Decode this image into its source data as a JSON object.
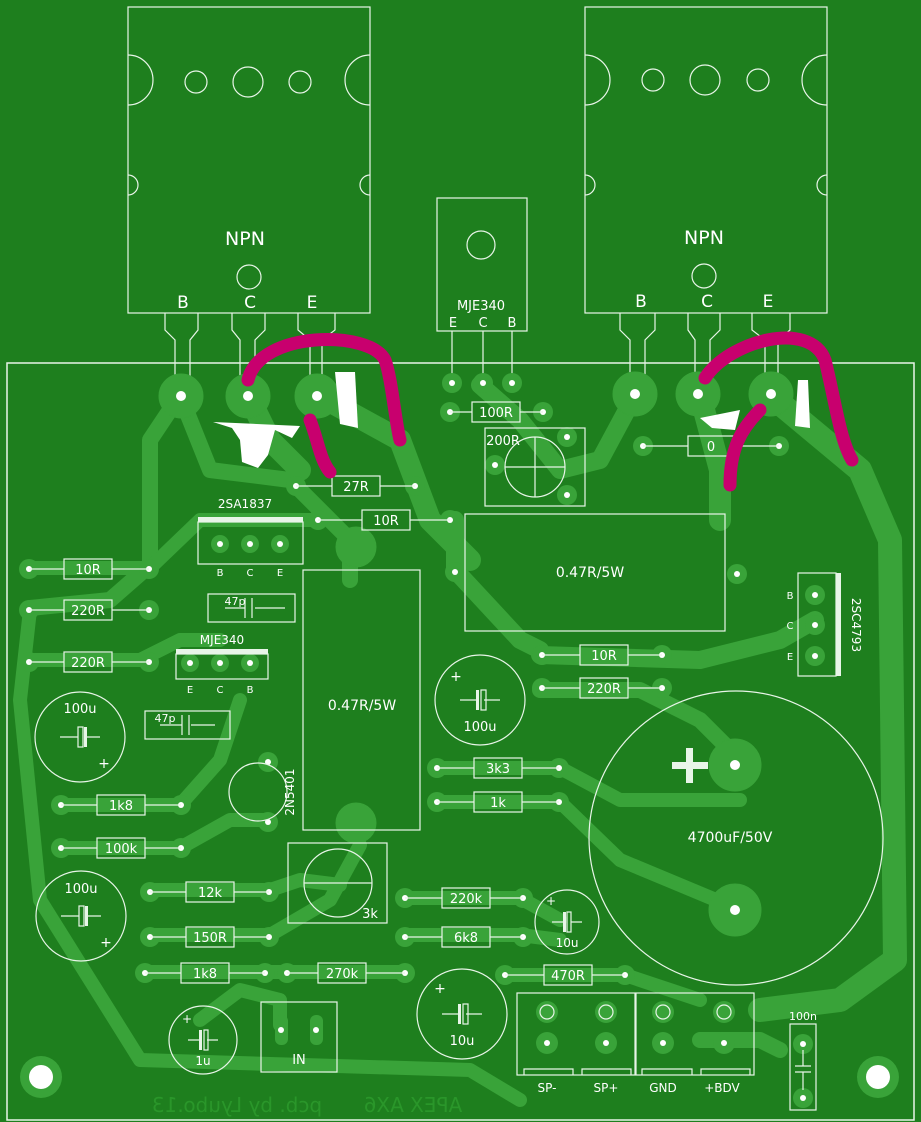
{
  "board": {
    "signature": "pcb. by Lyubo.13",
    "project": "APEX AX6",
    "copper_color": "#1e7f1e",
    "trace_color": "#39a339",
    "silk_color": "#ffffff",
    "wire_color": "#c8006e"
  },
  "transistors": {
    "left_big": {
      "type": "NPN",
      "pins": [
        "B",
        "C",
        "E"
      ]
    },
    "right_big": {
      "type": "NPN",
      "pins": [
        "B",
        "C",
        "E"
      ]
    },
    "mje_top": {
      "name": "MJE340",
      "pins": [
        "E",
        "C",
        "B"
      ]
    },
    "sa1837": {
      "name": "2SA1837",
      "pins": [
        "B",
        "C",
        "E"
      ]
    },
    "mje_mid": {
      "name": "MJE340",
      "pins": [
        "E",
        "C",
        "B"
      ]
    },
    "c4793": {
      "name": "2SC4793",
      "pins": [
        "B",
        "C",
        "E"
      ]
    }
  },
  "resistors": {
    "r_27r": "27R",
    "r_10r_top": "10R",
    "r_100r": "100R",
    "r_0": "0",
    "r_10r_left": "10R",
    "r_220r_a": "220R",
    "r_220r_b": "220R",
    "r_10r_right": "10R",
    "r_220r_right": "220R",
    "r_3k3": "3k3",
    "r_1k": "1k",
    "r_1k8_a": "1k8",
    "r_100k": "100k",
    "r_12k": "12k",
    "r_150r": "150R",
    "r_1k8_b": "1k8",
    "r_270k": "270k",
    "r_220k": "220k",
    "r_6k8": "6k8",
    "r_470r": "470R",
    "power_a": "0.47R/5W",
    "power_b": "0.47R/5W"
  },
  "capacitors": {
    "c_47p_a": "47p",
    "c_47p_b": "47p",
    "c_100u_a": "100u",
    "c_100u_b": "100u",
    "c_100u_c": "100u",
    "c_10u_a": "10u",
    "c_10u_b": "10u",
    "c_1u": "1u",
    "c_100n": "100n",
    "c_main": "4700uF/50V"
  },
  "trimmers": {
    "t_200r": "200R",
    "t_3k": "3k"
  },
  "diode": {
    "name": "2N5401"
  },
  "connectors": {
    "input": "IN",
    "out_labels": [
      "SP-",
      "SP+",
      "GND",
      "+BDV"
    ]
  }
}
